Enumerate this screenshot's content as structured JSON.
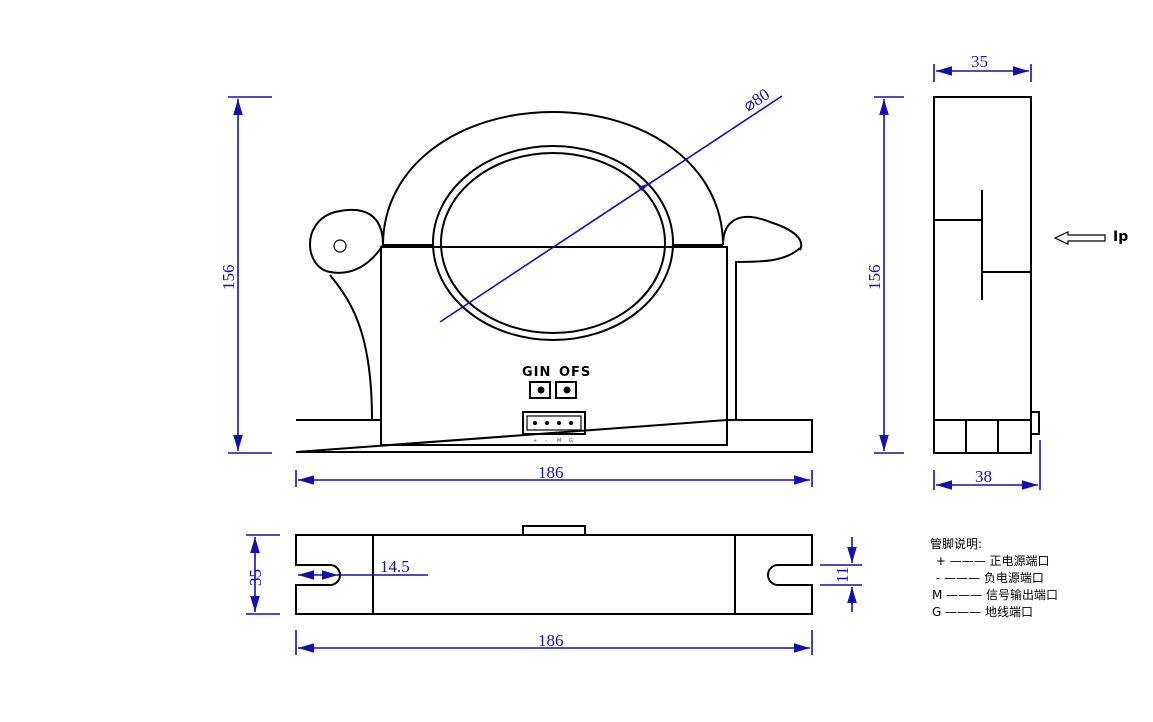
{
  "front_view": {
    "height_dim": "156",
    "width_dim": "186",
    "diameter_dim": "⌀80",
    "trim_labels": [
      "GIN",
      "OFS"
    ],
    "connector_pins": [
      "+",
      "-",
      "M",
      "G"
    ]
  },
  "side_view": {
    "top_dim": "35",
    "bottom_dim": "38",
    "height_dim": "156",
    "current_label": "Ip"
  },
  "bottom_view": {
    "height_dim": "35",
    "slot_dim": "14.5",
    "slot_width_dim": "11",
    "width_dim": "186"
  },
  "legend": {
    "title": "管脚说明:",
    "rows": [
      {
        "pin": "+",
        "desc": "正电源端口"
      },
      {
        "pin": "-",
        "desc": "负电源端口"
      },
      {
        "pin": "M",
        "desc": "信号输出端口"
      },
      {
        "pin": "G",
        "desc": "地线端口"
      }
    ]
  },
  "colors": {
    "dimension": "#1010b0",
    "outline": "#000000"
  }
}
